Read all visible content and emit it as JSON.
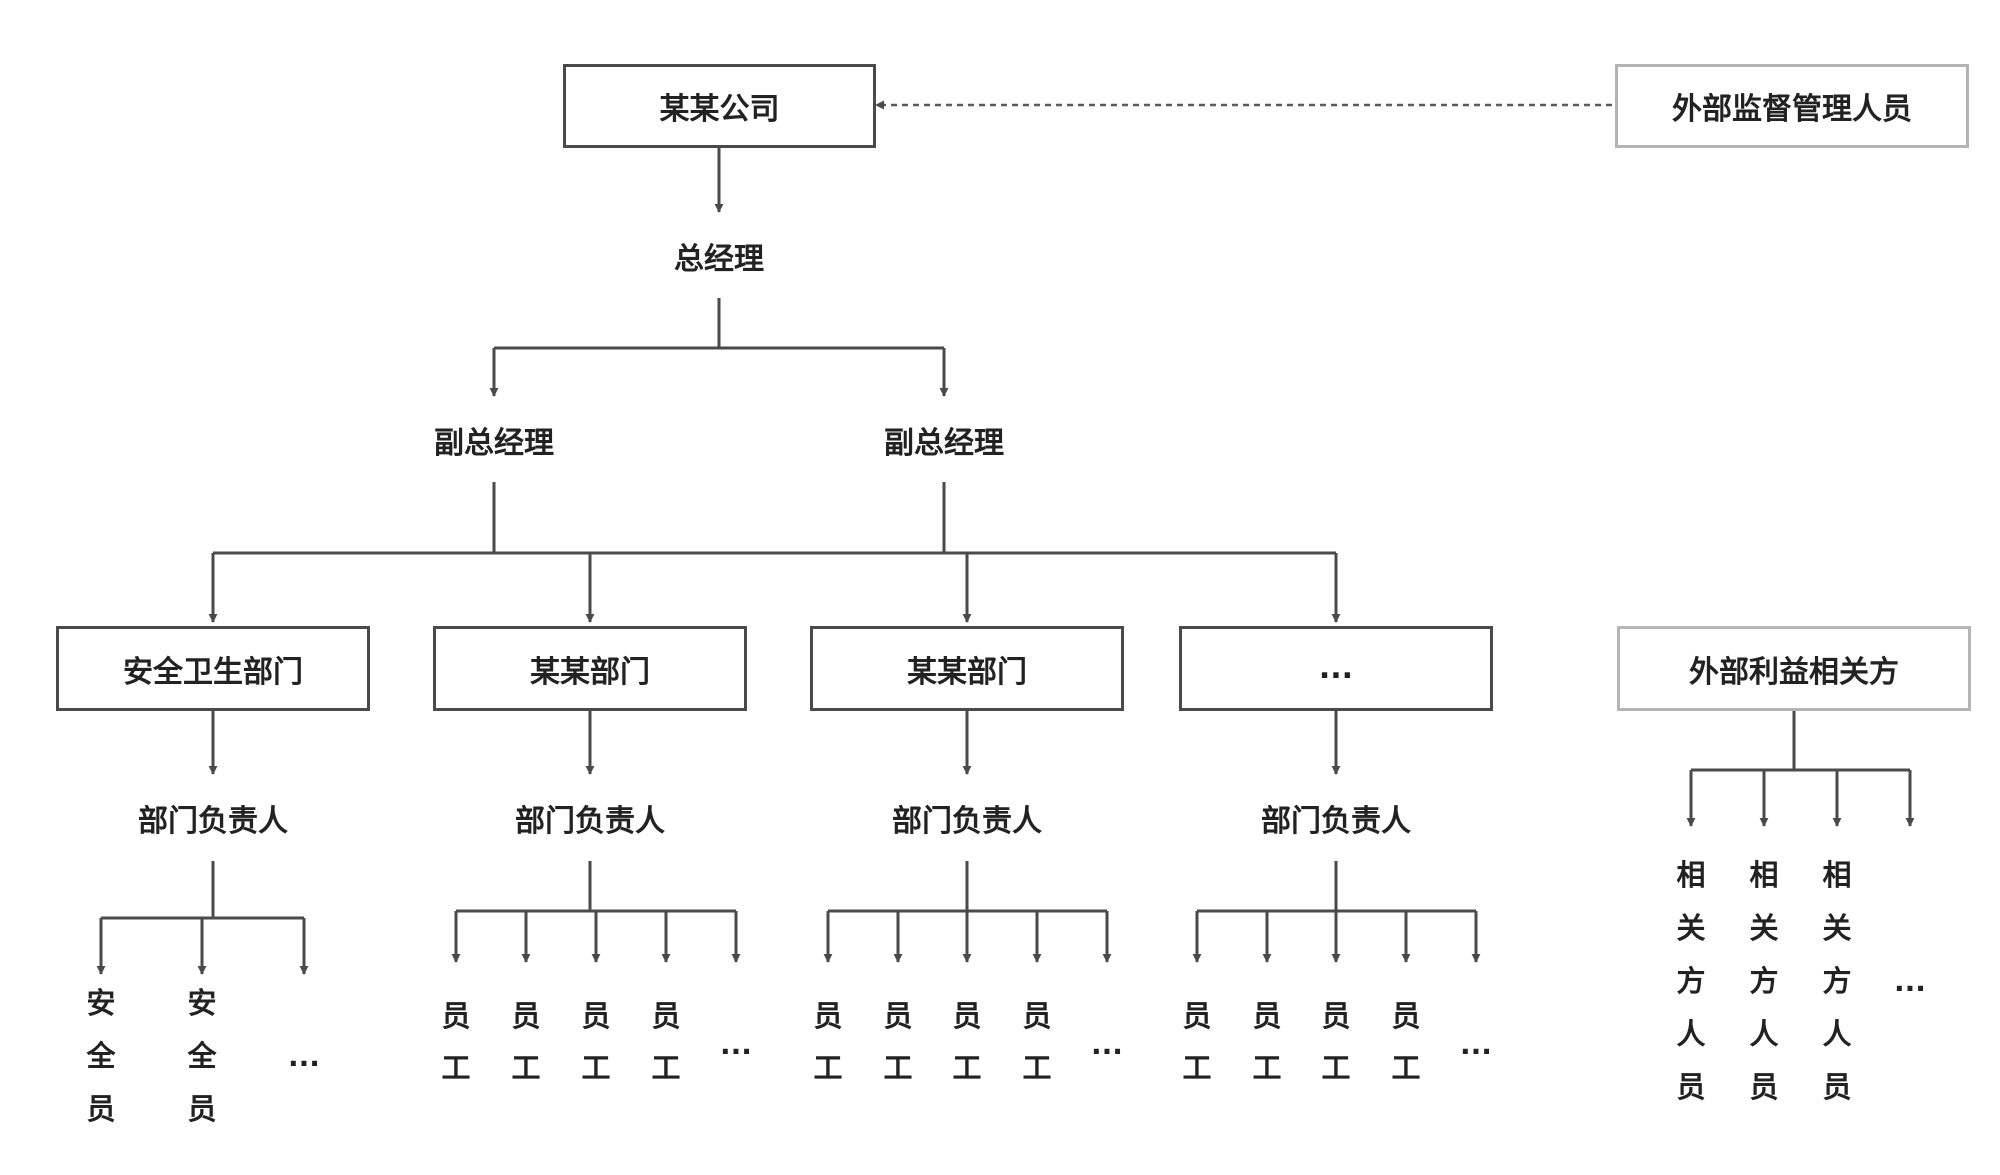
{
  "nodes": {
    "company": "某某公司",
    "supervisor": "外部监督管理人员",
    "gm": "总经理",
    "vgm_left": "副总经理",
    "vgm_right": "副总经理",
    "dept_safety": "安全卫生部门",
    "dept_b": "某某部门",
    "dept_c": "某某部门",
    "dept_d": "...",
    "stakeholders": "外部利益相关方",
    "head_a": "部门负责人",
    "head_b": "部门负责人",
    "head_c": "部门负责人",
    "head_d": "部门负责人"
  },
  "leaves": {
    "safety_staff": [
      "安",
      "全",
      "员"
    ],
    "employee": [
      "员",
      "工"
    ],
    "stakeholder_person": [
      "相",
      "关",
      "方",
      "人",
      "员"
    ],
    "ellipsis": "..."
  },
  "colors": {
    "line": "#4a4a4a",
    "dashed": "#5a5a5a",
    "light_border": "#b4b4b4",
    "text": "#222222"
  }
}
